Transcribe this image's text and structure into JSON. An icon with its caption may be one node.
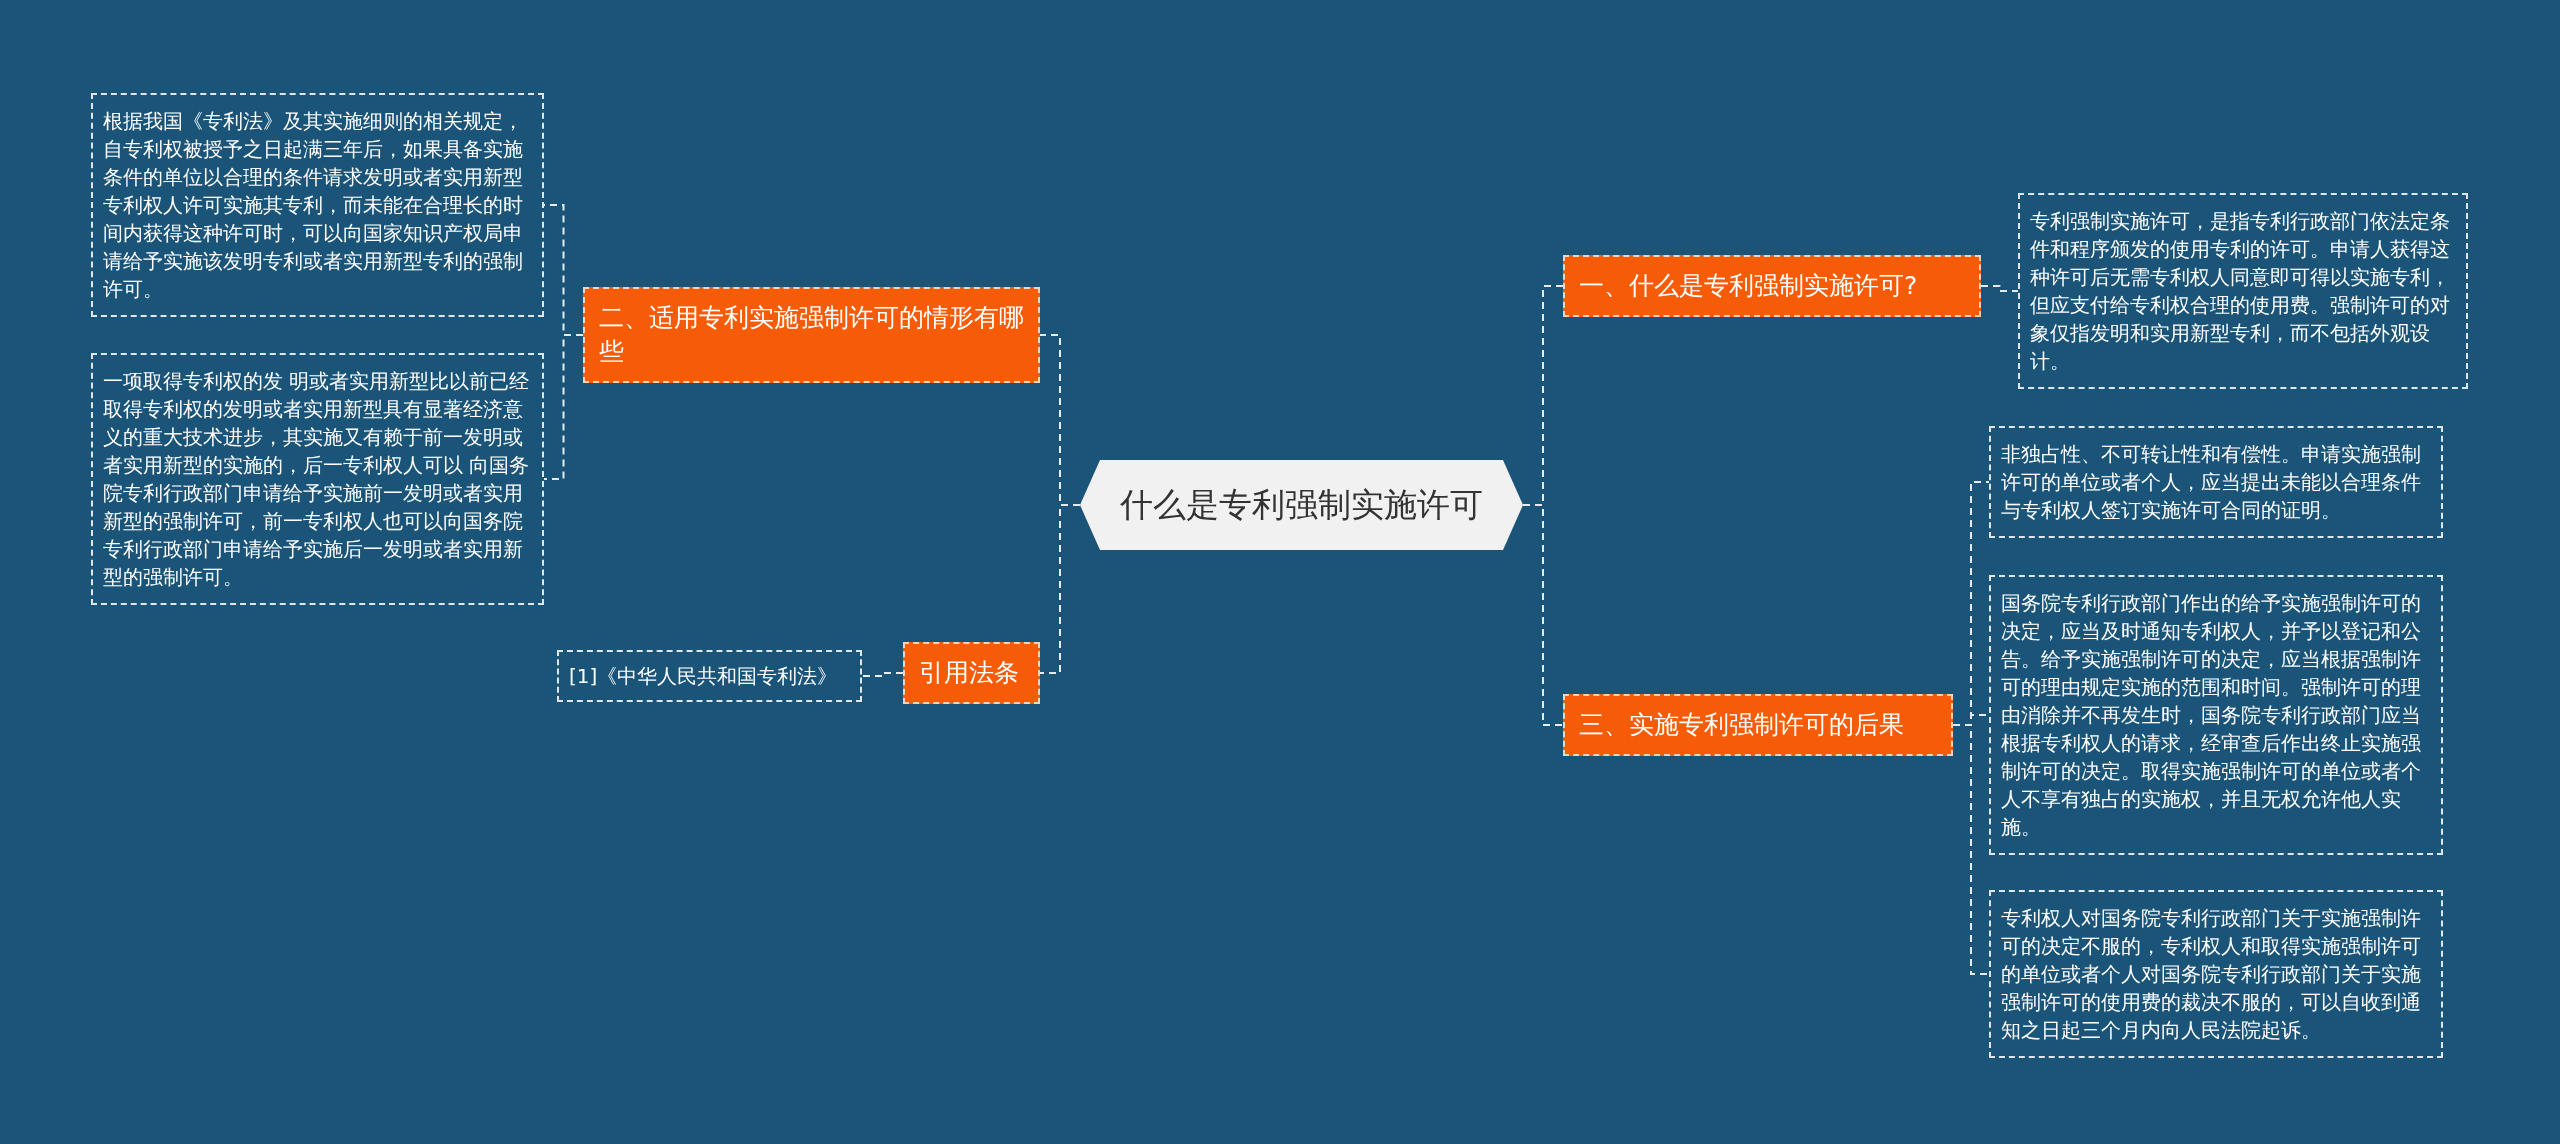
{
  "diagram": {
    "nodes": [
      {
        "text": [
          "什么是专利强制实施许可"
        ]
      },
      {
        "text": [
          "二、适用专利实施强制许可的情形有哪些"
        ]
      },
      {
        "text": [
          "根据我国《专利法》及其实施细则的相关规定，自专利权被授予之日起满三年后，如果具备实施条件的单位以合理的条件请求发明或者实用新型专利权人许可实施其专利，而未能在合理长的时间内获得这种许可时，可以向国家知识产权局申请给予实施该发明专利或者实用新型专利的强制许可。"
        ]
      },
      {
        "text": [
          "一项取得专利权的发 明或者实用新型比以前已经取得专利权的发明或者实用新型具有显著经济意义的重大技术进步，其实施又有赖于前一发明或者实用新型的实施的，后一专利权人可以 向国务院专利行政部门申请给予实施前一发明或者实用新型的强制许可，前一专利权人也可以向国务院专利行政部门申请给予实施后一发明或者实用新型的强制许可。"
        ]
      },
      {
        "text": [
          "引用法条"
        ]
      },
      {
        "text": [
          "[1]《中华人民共和国专利法》"
        ]
      },
      {
        "text": [
          "一、什么是专利强制实施许可?"
        ]
      },
      {
        "text": [
          "专利强制实施许可，是指专利行政部门依法定条件和程序颁发的使用专利的许可。申请人获得这种许可后无需专利权人同意即可得以实施专利，但应支付给专利权合理的使用费。强制许可的对象仅指发明和实用新型专利，而不包括外观设计。"
        ]
      },
      {
        "text": [
          "三、实施专利强制许可的后果"
        ]
      },
      {
        "text": [
          "非独占性、不可转让性和有偿性。申请实施强制许可的单位或者个人，应当提出未能以合理条件与专利权人签订实施许可合同的证明。"
        ]
      },
      {
        "text": [
          "国务院专利行政部门作出的给予实施强制许可的决定，应当及时通知专利权人，并予以登记和公告。给予实施强制许可的决定，应当根据强制许可的理由规定实施的范围和时间。强制许可的理由消除并不再发生时，国务院专利行政部门应当根据专利权人的请求，经审查后作出终止实施强制许可的决定。取得实施强制许可的单位或者个人不享有独占的实施权，并且无权允许他人实施。"
        ]
      },
      {
        "text": [
          "专利权人对国务院专利行政部门关于实施强制许可的决定不服的，专利权人和取得实施强制许可的单位或者个人对国务院专利行政部门关于实施强制许可的使用费的裁决不服的，可以自收到通知之日起三个月内向人民法院起诉。"
        ]
      }
    ],
    "edges": [
      {
        "from": 0,
        "to": 1,
        "arrow": "none"
      },
      {
        "from": 1,
        "to": 2,
        "arrow": "none"
      },
      {
        "from": 1,
        "to": 3,
        "arrow": "none"
      },
      {
        "from": 0,
        "to": 4,
        "arrow": "none"
      },
      {
        "from": 4,
        "to": 5,
        "arrow": "none"
      },
      {
        "from": 0,
        "to": 6,
        "arrow": "none"
      },
      {
        "from": 6,
        "to": 7,
        "arrow": "none"
      },
      {
        "from": 0,
        "to": 8,
        "arrow": "none"
      },
      {
        "from": 8,
        "to": 9,
        "arrow": "none"
      },
      {
        "from": 8,
        "to": 10,
        "arrow": "none"
      },
      {
        "from": 8,
        "to": 11,
        "arrow": "none"
      }
    ]
  }
}
